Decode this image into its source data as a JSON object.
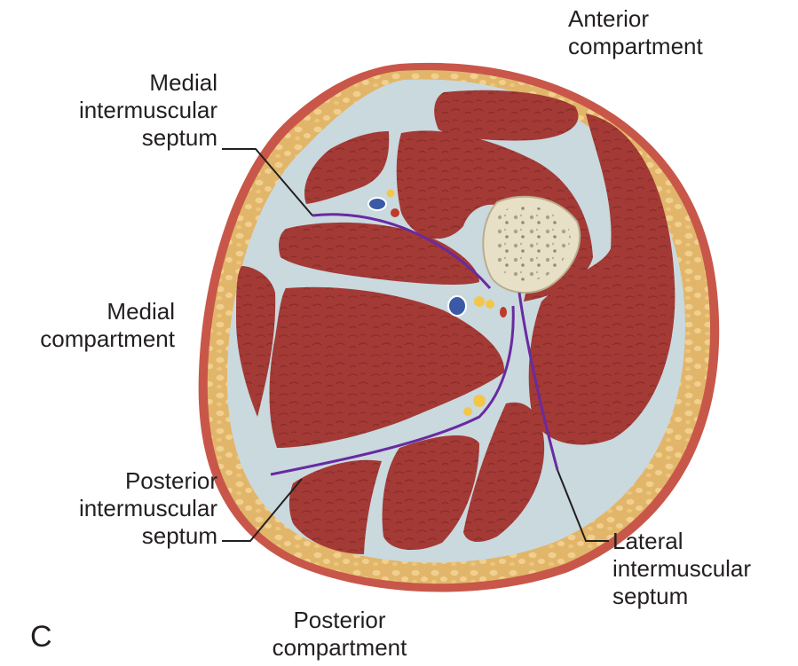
{
  "panel_letter": "C",
  "labels": {
    "anterior_compartment": [
      "Anterior",
      "compartment"
    ],
    "medial_intermuscular_septum": [
      "Medial",
      "intermuscular",
      "septum"
    ],
    "medial_compartment": [
      "Medial",
      "compartment"
    ],
    "posterior_intermuscular_septum": [
      "Posterior",
      "intermuscular",
      "septum"
    ],
    "lateral_intermuscular_septum": [
      "Lateral",
      "intermuscular",
      "septum"
    ],
    "posterior_compartment": [
      "Posterior",
      "compartment"
    ]
  },
  "colors": {
    "skin": "#c8574a",
    "subcutaneous_fat": "#e2b66a",
    "fat_globule": "#f1d08f",
    "fascia": "#c9d9de",
    "muscle": "#a33a36",
    "muscle_texture": "#7d2624",
    "bone": "#e8e0c6",
    "bone_marrow": "#a9a28a",
    "septum": "#6a2aa0",
    "vein": "#3a5aa8",
    "artery": "#c0392b",
    "leader_line": "#231f20",
    "label_text": "#231f20"
  }
}
